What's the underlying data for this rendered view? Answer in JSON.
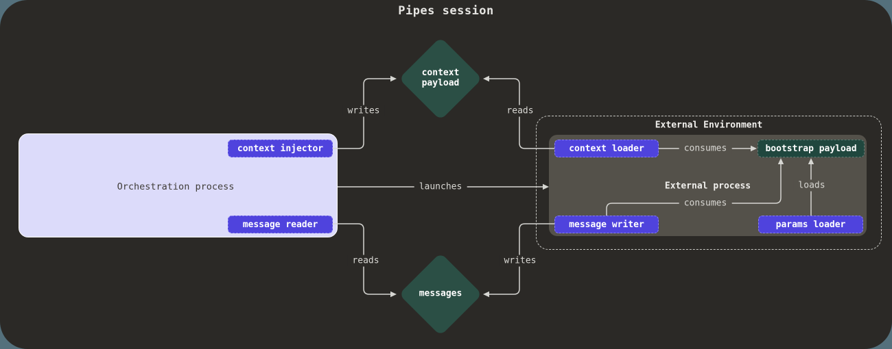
{
  "title": "Pipes session",
  "colors": {
    "canvas": "#2b2926",
    "page_behind": "#54707c",
    "accent_purple": "#4f43dd",
    "teal_node": "#20473e",
    "teal_diamond": "#2b4f45",
    "lavender_panel": "#dcdbfa",
    "process_panel": "#54514a",
    "line": "#d6d6d2"
  },
  "orchestration": {
    "title": "Orchestration process",
    "context_injector": "context injector",
    "message_reader": "message reader"
  },
  "external": {
    "title": "External Environment",
    "process_title": "External process",
    "context_loader": "context loader",
    "bootstrap_payload": "bootstrap payload",
    "message_writer": "message writer",
    "params_loader": "params loader"
  },
  "stores": {
    "context_payload": "context\npayload",
    "messages": "messages"
  },
  "edges": {
    "writes_top": "writes",
    "reads_top": "reads",
    "launches": "launches",
    "reads_bottom": "reads",
    "writes_bottom": "writes",
    "consumes_loader": "consumes",
    "consumes_writer": "consumes",
    "loads": "loads"
  }
}
